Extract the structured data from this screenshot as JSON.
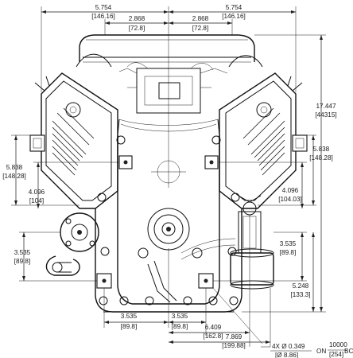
{
  "dimensions": {
    "top_left_width": {
      "in": "5.754",
      "mm": "[146.16]"
    },
    "top_right_width": {
      "in": "5.754",
      "mm": "[146.16]"
    },
    "top_center_left": {
      "in": "2.868",
      "mm": "[72.8]"
    },
    "top_center_right": {
      "in": "2.868",
      "mm": "[72.8]"
    },
    "overall_height": {
      "in": "17.447",
      "mm": "[44315]"
    },
    "left_cyl_height": {
      "in": "5.838",
      "mm": "[148.28]"
    },
    "right_cyl_height": {
      "in": "5.838",
      "mm": "[148.28]"
    },
    "left_mount_spacing": {
      "in": "4.096",
      "mm": "[104]"
    },
    "right_mount_spacing": {
      "in": "4.096",
      "mm": "[104.03]"
    },
    "left_lower": {
      "in": "3.535",
      "mm": "[89.8]"
    },
    "right_lower": {
      "in": "3.535",
      "mm": "[89.8]"
    },
    "right_bottom": {
      "in": "5.248",
      "mm": "[133.3]"
    },
    "bottom_left": {
      "in": "3.535",
      "mm": "[89.8]"
    },
    "bottom_center": {
      "in": "3.535",
      "mm": "[89.8]"
    },
    "bottom_mid": {
      "in": "6.409",
      "mm": "[162.8]"
    },
    "bottom_right": {
      "in": "7.869",
      "mm": "[199.88]"
    }
  },
  "mounting_note": {
    "holes": "4X Ø 0.349",
    "holes_mm": "[Ø 8.86]",
    "on": "ON",
    "bc_in": "10000",
    "bc_mm": "[254]",
    "bc": "BC."
  }
}
